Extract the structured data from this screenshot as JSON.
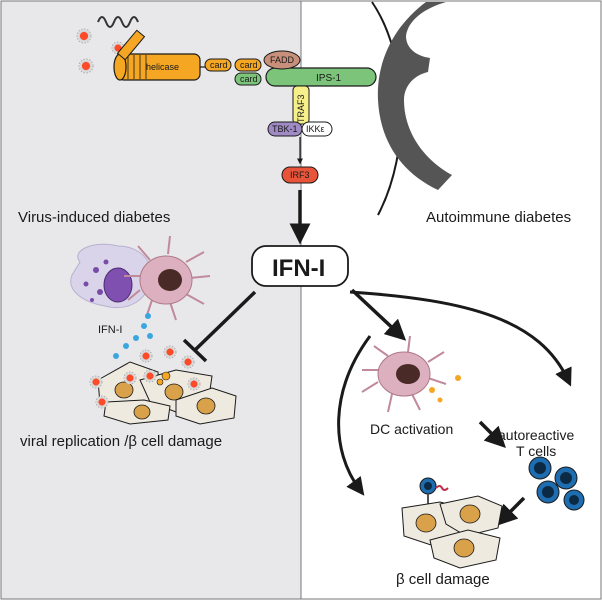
{
  "left_panel": {
    "heading": "Virus-induced diabetes",
    "ifn_label": "IFN-I",
    "outcome": "viral replication /β cell damage"
  },
  "right_panel": {
    "heading": "Autoimmune diabetes",
    "dc_label": "DC activation",
    "t_cells_line1": "autoreactive",
    "t_cells_line2": "T cells",
    "outcome": "β cell damage"
  },
  "pathway": {
    "helicase": "helicase",
    "card1": "card",
    "card2": "card",
    "card3": "card",
    "fadd": "FADD",
    "ips1": "IPS-1",
    "traf3": "TRAF3",
    "tbk1": "TBK-1",
    "ikke": "IKKε",
    "irf3": "IRF3"
  },
  "center": {
    "ifn": "IFN-I"
  },
  "colors": {
    "left_bg": "#e8e8ea",
    "helicase": "#f5a623",
    "card_orange": "#f5a623",
    "card_green": "#7cc47a",
    "ips1": "#7cc47a",
    "fadd": "#c8907a",
    "traf3": "#f6f08a",
    "tbk1": "#9f8ac4",
    "irf3": "#e8543a",
    "mitochondria": "#555555",
    "ifn_dots": "#3aa6e0"
  }
}
